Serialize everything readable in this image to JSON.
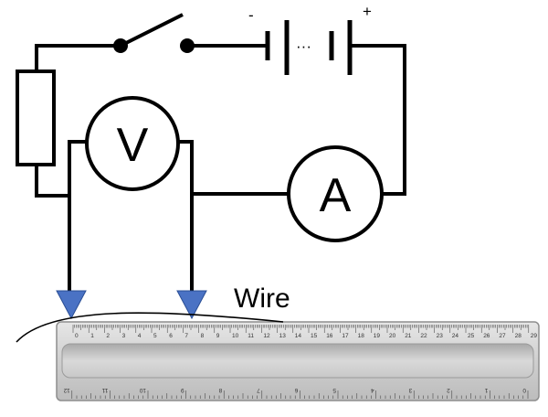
{
  "circuit": {
    "voltmeter_label": "V",
    "ammeter_label": "A",
    "battery_negative": "-",
    "battery_positive": "+",
    "battery_gap": "···",
    "wire_label": "Wire"
  },
  "ruler": {
    "top_scale": [
      "0",
      "1",
      "2",
      "3",
      "4",
      "5",
      "6",
      "7",
      "8",
      "9",
      "10",
      "11",
      "12",
      "13",
      "14",
      "15",
      "16",
      "17",
      "18",
      "19",
      "20",
      "21",
      "22",
      "23",
      "24",
      "25",
      "26",
      "27",
      "28",
      "29"
    ],
    "bottom_scale": [
      "12",
      "11",
      "10",
      "9",
      "8",
      "7",
      "6",
      "5",
      "4",
      "3",
      "2",
      "1",
      "0"
    ]
  },
  "colors": {
    "line": "#000000",
    "probe": "#4a72c4",
    "ruler_body": "#d4d4d4",
    "ruler_groove": "#bdbdbd"
  }
}
